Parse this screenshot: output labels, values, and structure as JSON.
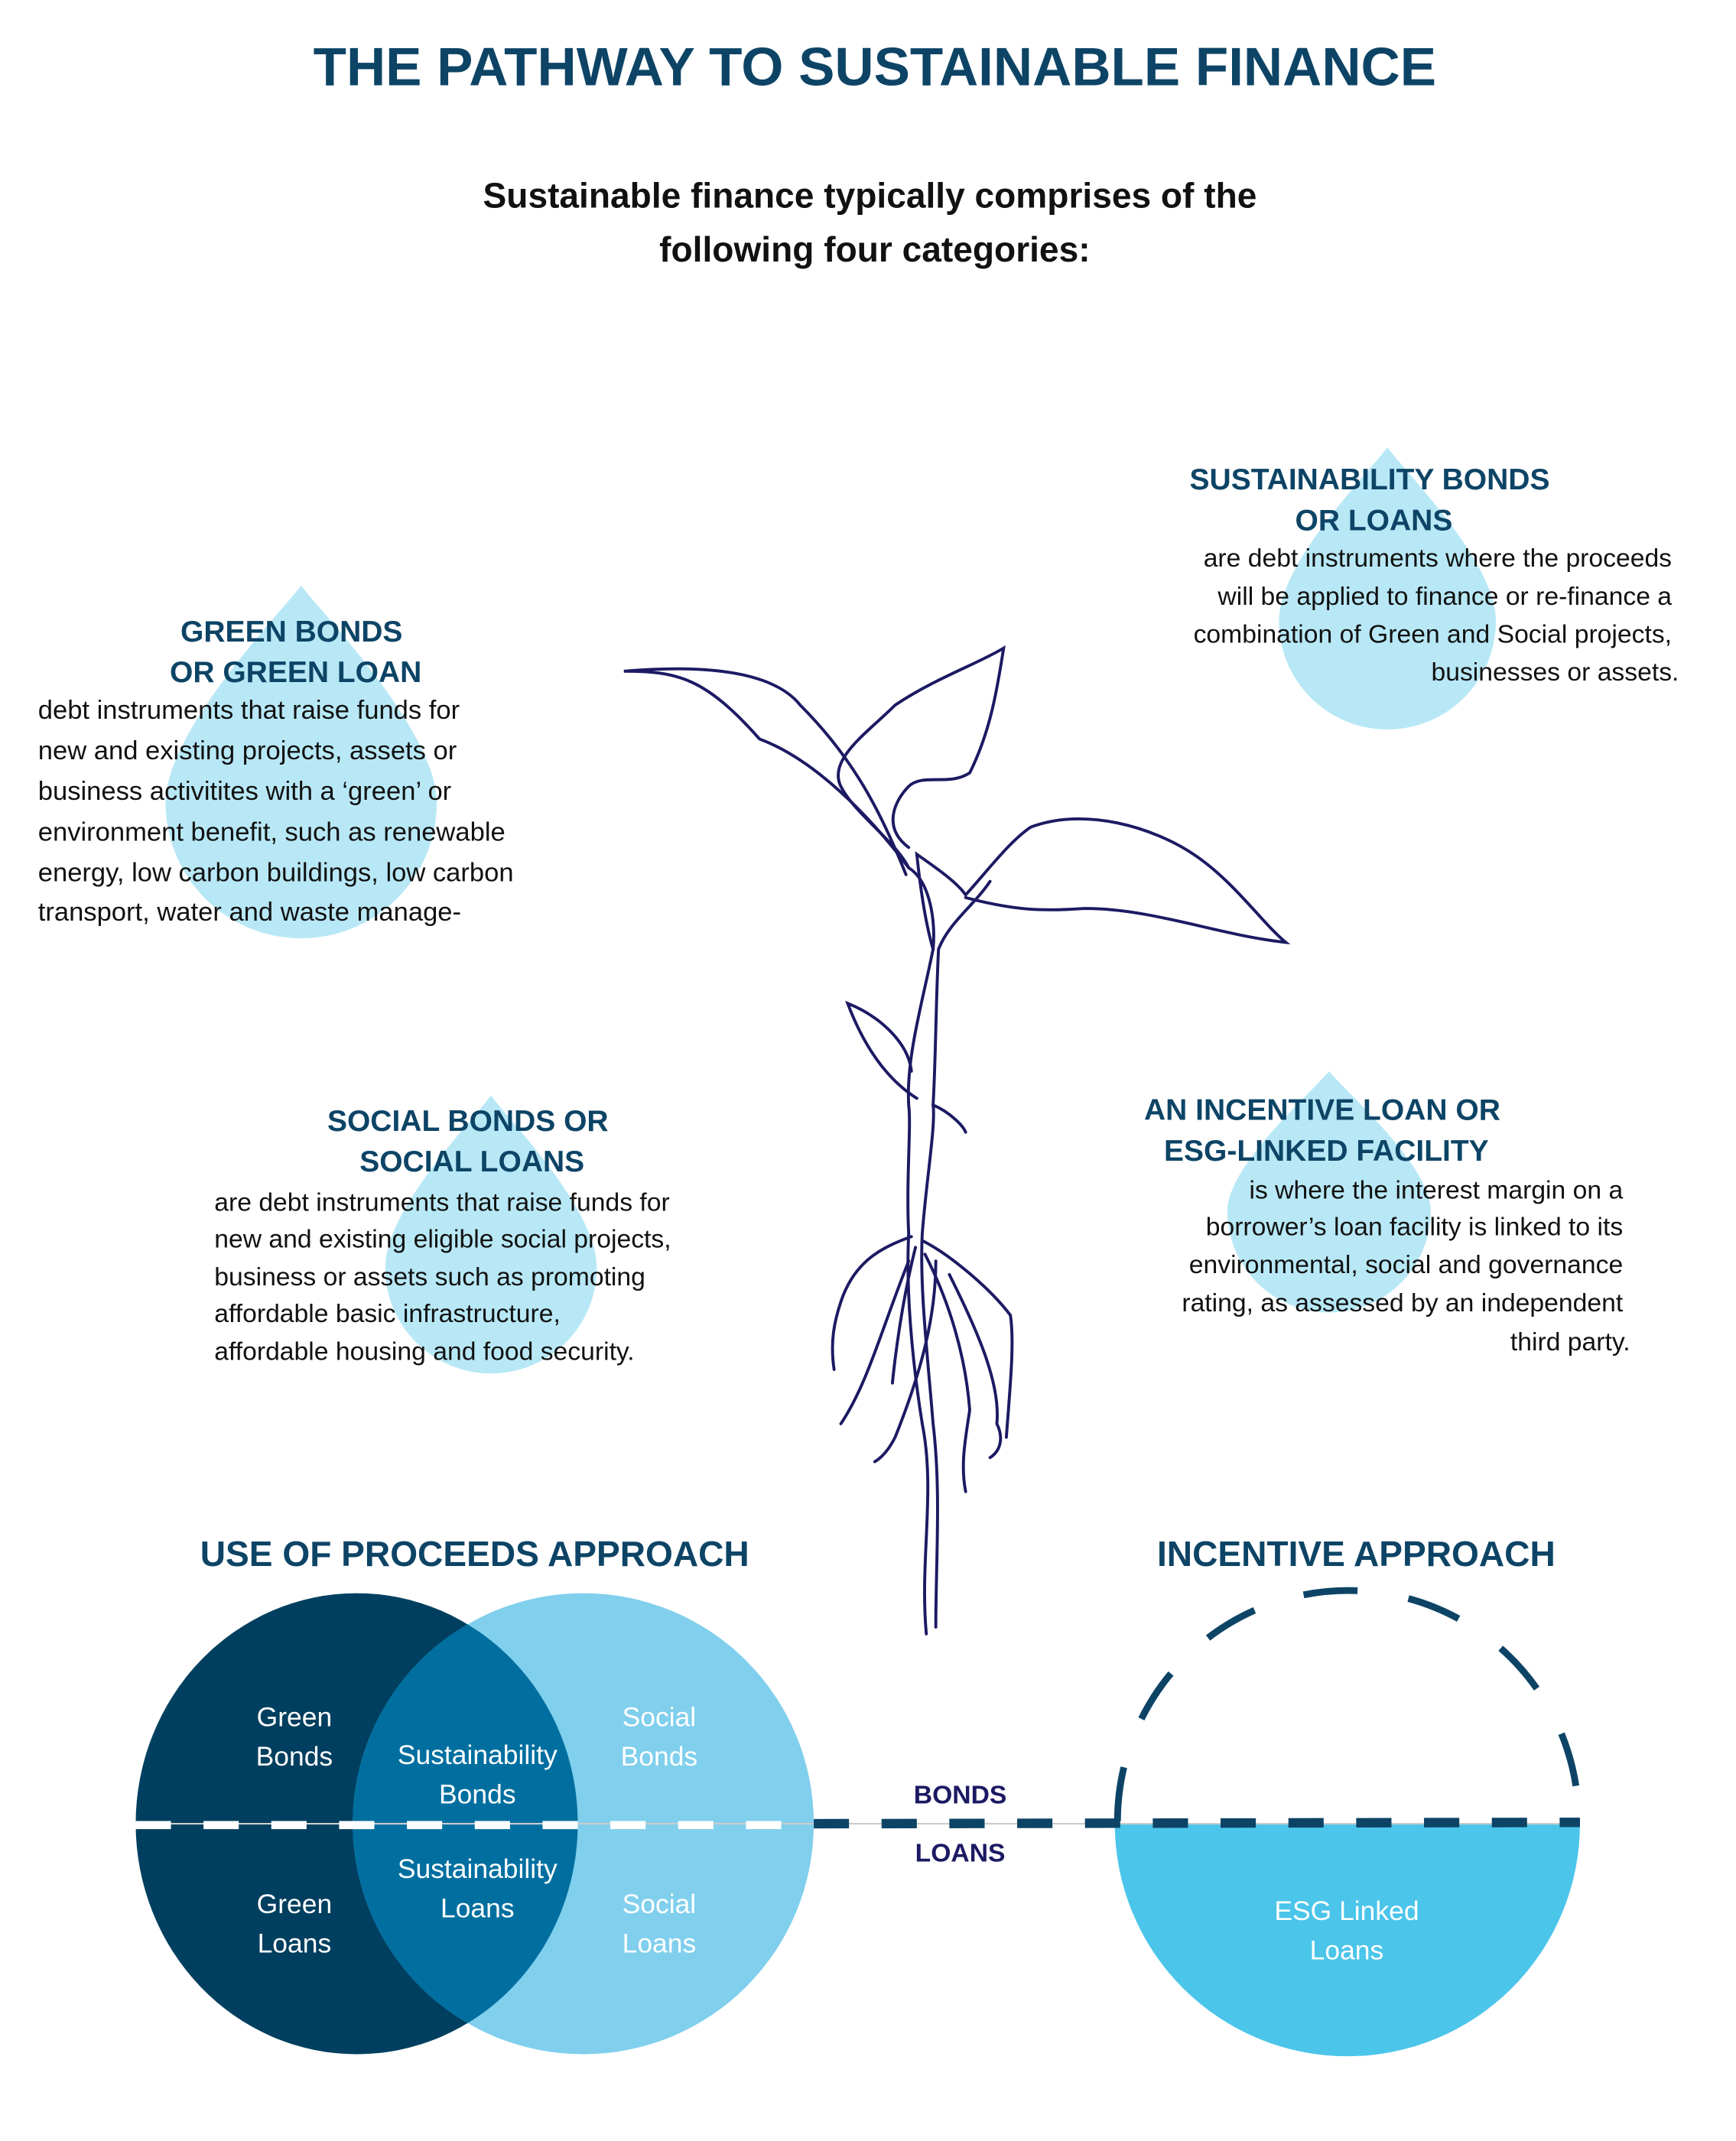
{
  "title": "THE PATHWAY TO SUSTAINABLE FINANCE",
  "subtitle": [
    "Sustainable finance typically comprises of the",
    "following four categories:"
  ],
  "categories": {
    "green": {
      "heading": [
        "GREEN BONDS",
        "OR GREEN LOAN"
      ],
      "body": [
        "debt instruments that raise funds for",
        "new and existing projects, assets or",
        "business activitites with a ‘green’ or",
        "environment benefit, such as renewable",
        "energy, low carbon buildings, low carbon",
        "transport, water and waste manage-"
      ]
    },
    "sustainability": {
      "heading": [
        "SUSTAINABILITY BONDS",
        "OR LOANS"
      ],
      "body": [
        "are debt instruments where the proceeds",
        "will be applied to finance or re-finance a",
        "combination of Green and Social projects,",
        "businesses or assets."
      ]
    },
    "social": {
      "heading": [
        "SOCIAL BONDS OR",
        "SOCIAL LOANS"
      ],
      "body": [
        "are debt instruments that raise funds for",
        "new and existing eligible social projects,",
        "business or assets such as promoting",
        "affordable basic infrastructure,",
        "affordable housing and food security."
      ]
    },
    "incentive": {
      "heading": [
        "AN INCENTIVE LOAN OR",
        "ESG-LINKED FACILITY"
      ],
      "body": [
        "is where the interest margin on a",
        "borrower’s loan facility is linked to its",
        "environmental, social and governance",
        "rating, as assessed by an independent",
        "third party."
      ]
    }
  },
  "approaches": {
    "use_of_proceeds": {
      "heading": "USE OF PROCEEDS APPROACH",
      "green_bonds": [
        "Green",
        "Bonds"
      ],
      "sustainability_bonds": [
        "Sustainability",
        "Bonds"
      ],
      "social_bonds": [
        "Social",
        "Bonds"
      ],
      "green_loans": [
        "Green",
        "Loans"
      ],
      "sustainability_loans": [
        "Sustainability",
        "Loans"
      ],
      "social_loans": [
        "Social",
        "Loans"
      ]
    },
    "incentive": {
      "heading": "INCENTIVE APPROACH",
      "esg_loans": [
        "ESG Linked",
        "Loans"
      ]
    },
    "divider": {
      "bonds": "BONDS",
      "loans": "LOANS"
    }
  },
  "colors": {
    "navy": "#0d4466",
    "drop": "#b8e8f6",
    "green_circle": "#003f5f",
    "overlap": "#006fa0",
    "social_circle": "#80cfed",
    "esg": "#4bc5ea",
    "plant": "#1c1a63"
  }
}
